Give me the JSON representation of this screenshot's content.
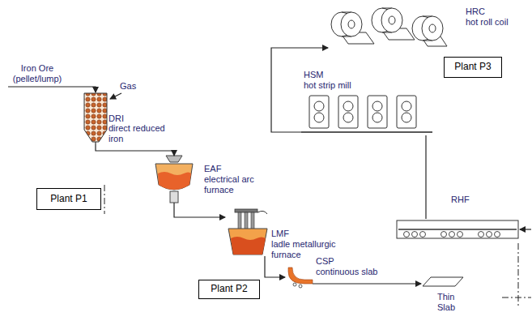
{
  "diagram": {
    "nodes": [
      {
        "text": [
          "HRC",
          "hot roll coil"
        ]
      },
      {
        "text": [
          "HSM",
          "hot strip mill"
        ]
      },
      {
        "text": [
          "Plant P3"
        ]
      },
      {
        "text": [
          "DRI",
          "direct reduced iron"
        ]
      },
      {
        "text": [
          "EAF",
          "electrical arc furnace"
        ]
      },
      {
        "text": [
          "Plant P1"
        ]
      },
      {
        "text": [
          "RHF"
        ]
      },
      {
        "text": [
          "LMF",
          "ladle metallurgic furnace"
        ]
      },
      {
        "text": [
          "Plant P2"
        ]
      },
      {
        "text": [
          "CSP",
          "continuous slab"
        ]
      },
      {
        "text": [
          "Thin Slab"
        ]
      }
    ],
    "edges": [
      {
        "from": 3,
        "to": 4,
        "arrow": "to"
      },
      {
        "from": 4,
        "to": 7,
        "arrow": "to"
      },
      {
        "from": 7,
        "to": 9,
        "arrow": "to"
      },
      {
        "from": 9,
        "to": 10,
        "arrow": "to"
      },
      {
        "from": 6,
        "to": 1,
        "arrow": "none"
      },
      {
        "from": 1,
        "to": 0,
        "arrow": "to"
      }
    ],
    "labels": [
      "Iron Ore (pellet/lump)",
      "Gas"
    ]
  }
}
